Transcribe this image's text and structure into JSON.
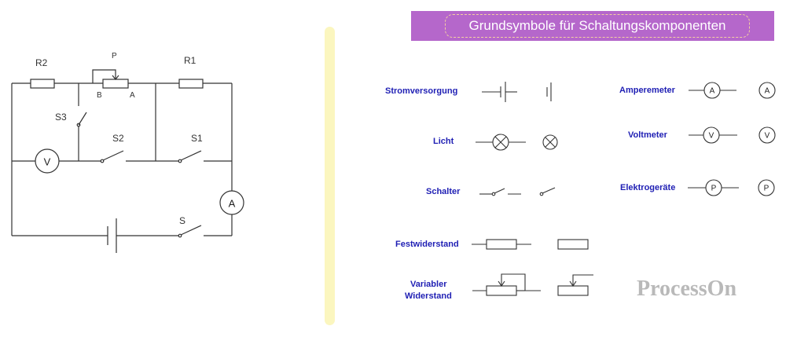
{
  "circuit": {
    "labels": {
      "r2": "R2",
      "r1": "R1",
      "p": "P",
      "b": "B",
      "a": "A",
      "s3": "S3",
      "s2": "S2",
      "s1": "S1",
      "s": "S"
    },
    "voltmeter": "V",
    "ammeter": "A"
  },
  "legend": {
    "title": "Grundsymbole für Schaltungskomponenten",
    "items": {
      "power": "Stromversorgung",
      "light": "Licht",
      "switch": "Schalter",
      "fixed_resistor": "Festwiderstand",
      "variable_resistor_line1": "Variabler",
      "variable_resistor_line2": "Widerstand",
      "ammeter": "Amperemeter",
      "voltmeter": "Voltmeter",
      "appliance": "Elektrogeräte"
    },
    "meter_letters": {
      "ammeter": "A",
      "voltmeter": "V",
      "appliance": "P"
    }
  },
  "watermark": "ProcessOn",
  "colors": {
    "title_bg": "#b567cb",
    "label_blue": "#1f1fb4",
    "divider": "#fbf6bf"
  }
}
